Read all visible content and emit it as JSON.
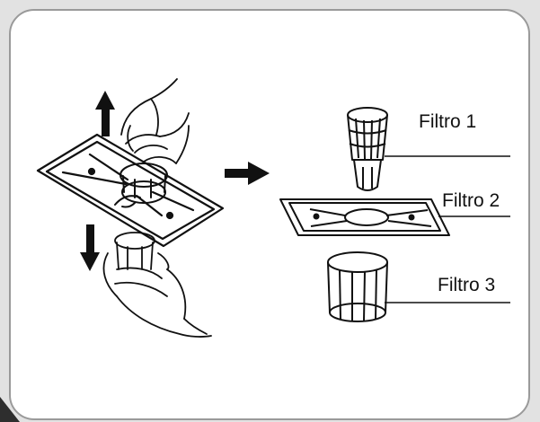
{
  "labels": {
    "filter1": "Filtro 1",
    "filter2": "Filtro 2",
    "filter3": "Filtro 3"
  },
  "colors": {
    "ink": "#111111",
    "frame": "#e2e2e2",
    "panel_border": "#9a9a9a",
    "corner": "#2e2e2e"
  },
  "icons": [
    "arrow-up-icon",
    "arrow-down-icon",
    "arrow-right-icon",
    "hand-icon"
  ]
}
